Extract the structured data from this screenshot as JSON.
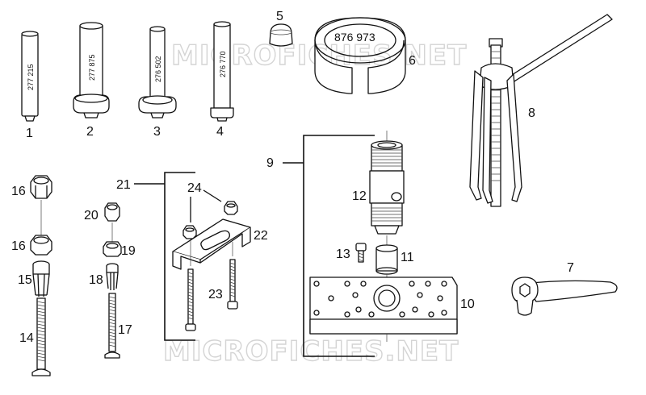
{
  "watermark": {
    "top": "MICROFICHES.NET",
    "bottom": "MICROFICHES.NET"
  },
  "part_codes": {
    "p1": "277 215",
    "p2": "277 875",
    "p3": "276 502",
    "p4": "276 770",
    "p6": "876 973"
  },
  "callouts": {
    "c1": "1",
    "c2": "2",
    "c3": "3",
    "c4": "4",
    "c5": "5",
    "c6": "6",
    "c7": "7",
    "c8": "8",
    "c9": "9",
    "c10": "10",
    "c11": "11",
    "c12": "12",
    "c13": "13",
    "c14": "14",
    "c15": "15",
    "c16a": "16",
    "c16b": "16",
    "c17": "17",
    "c18": "18",
    "c19": "19",
    "c20": "20",
    "c21": "21",
    "c22": "22",
    "c23": "23",
    "c24": "24"
  },
  "colors": {
    "line": "#111111",
    "watermark": "#d4d4d4",
    "background": "#ffffff"
  }
}
